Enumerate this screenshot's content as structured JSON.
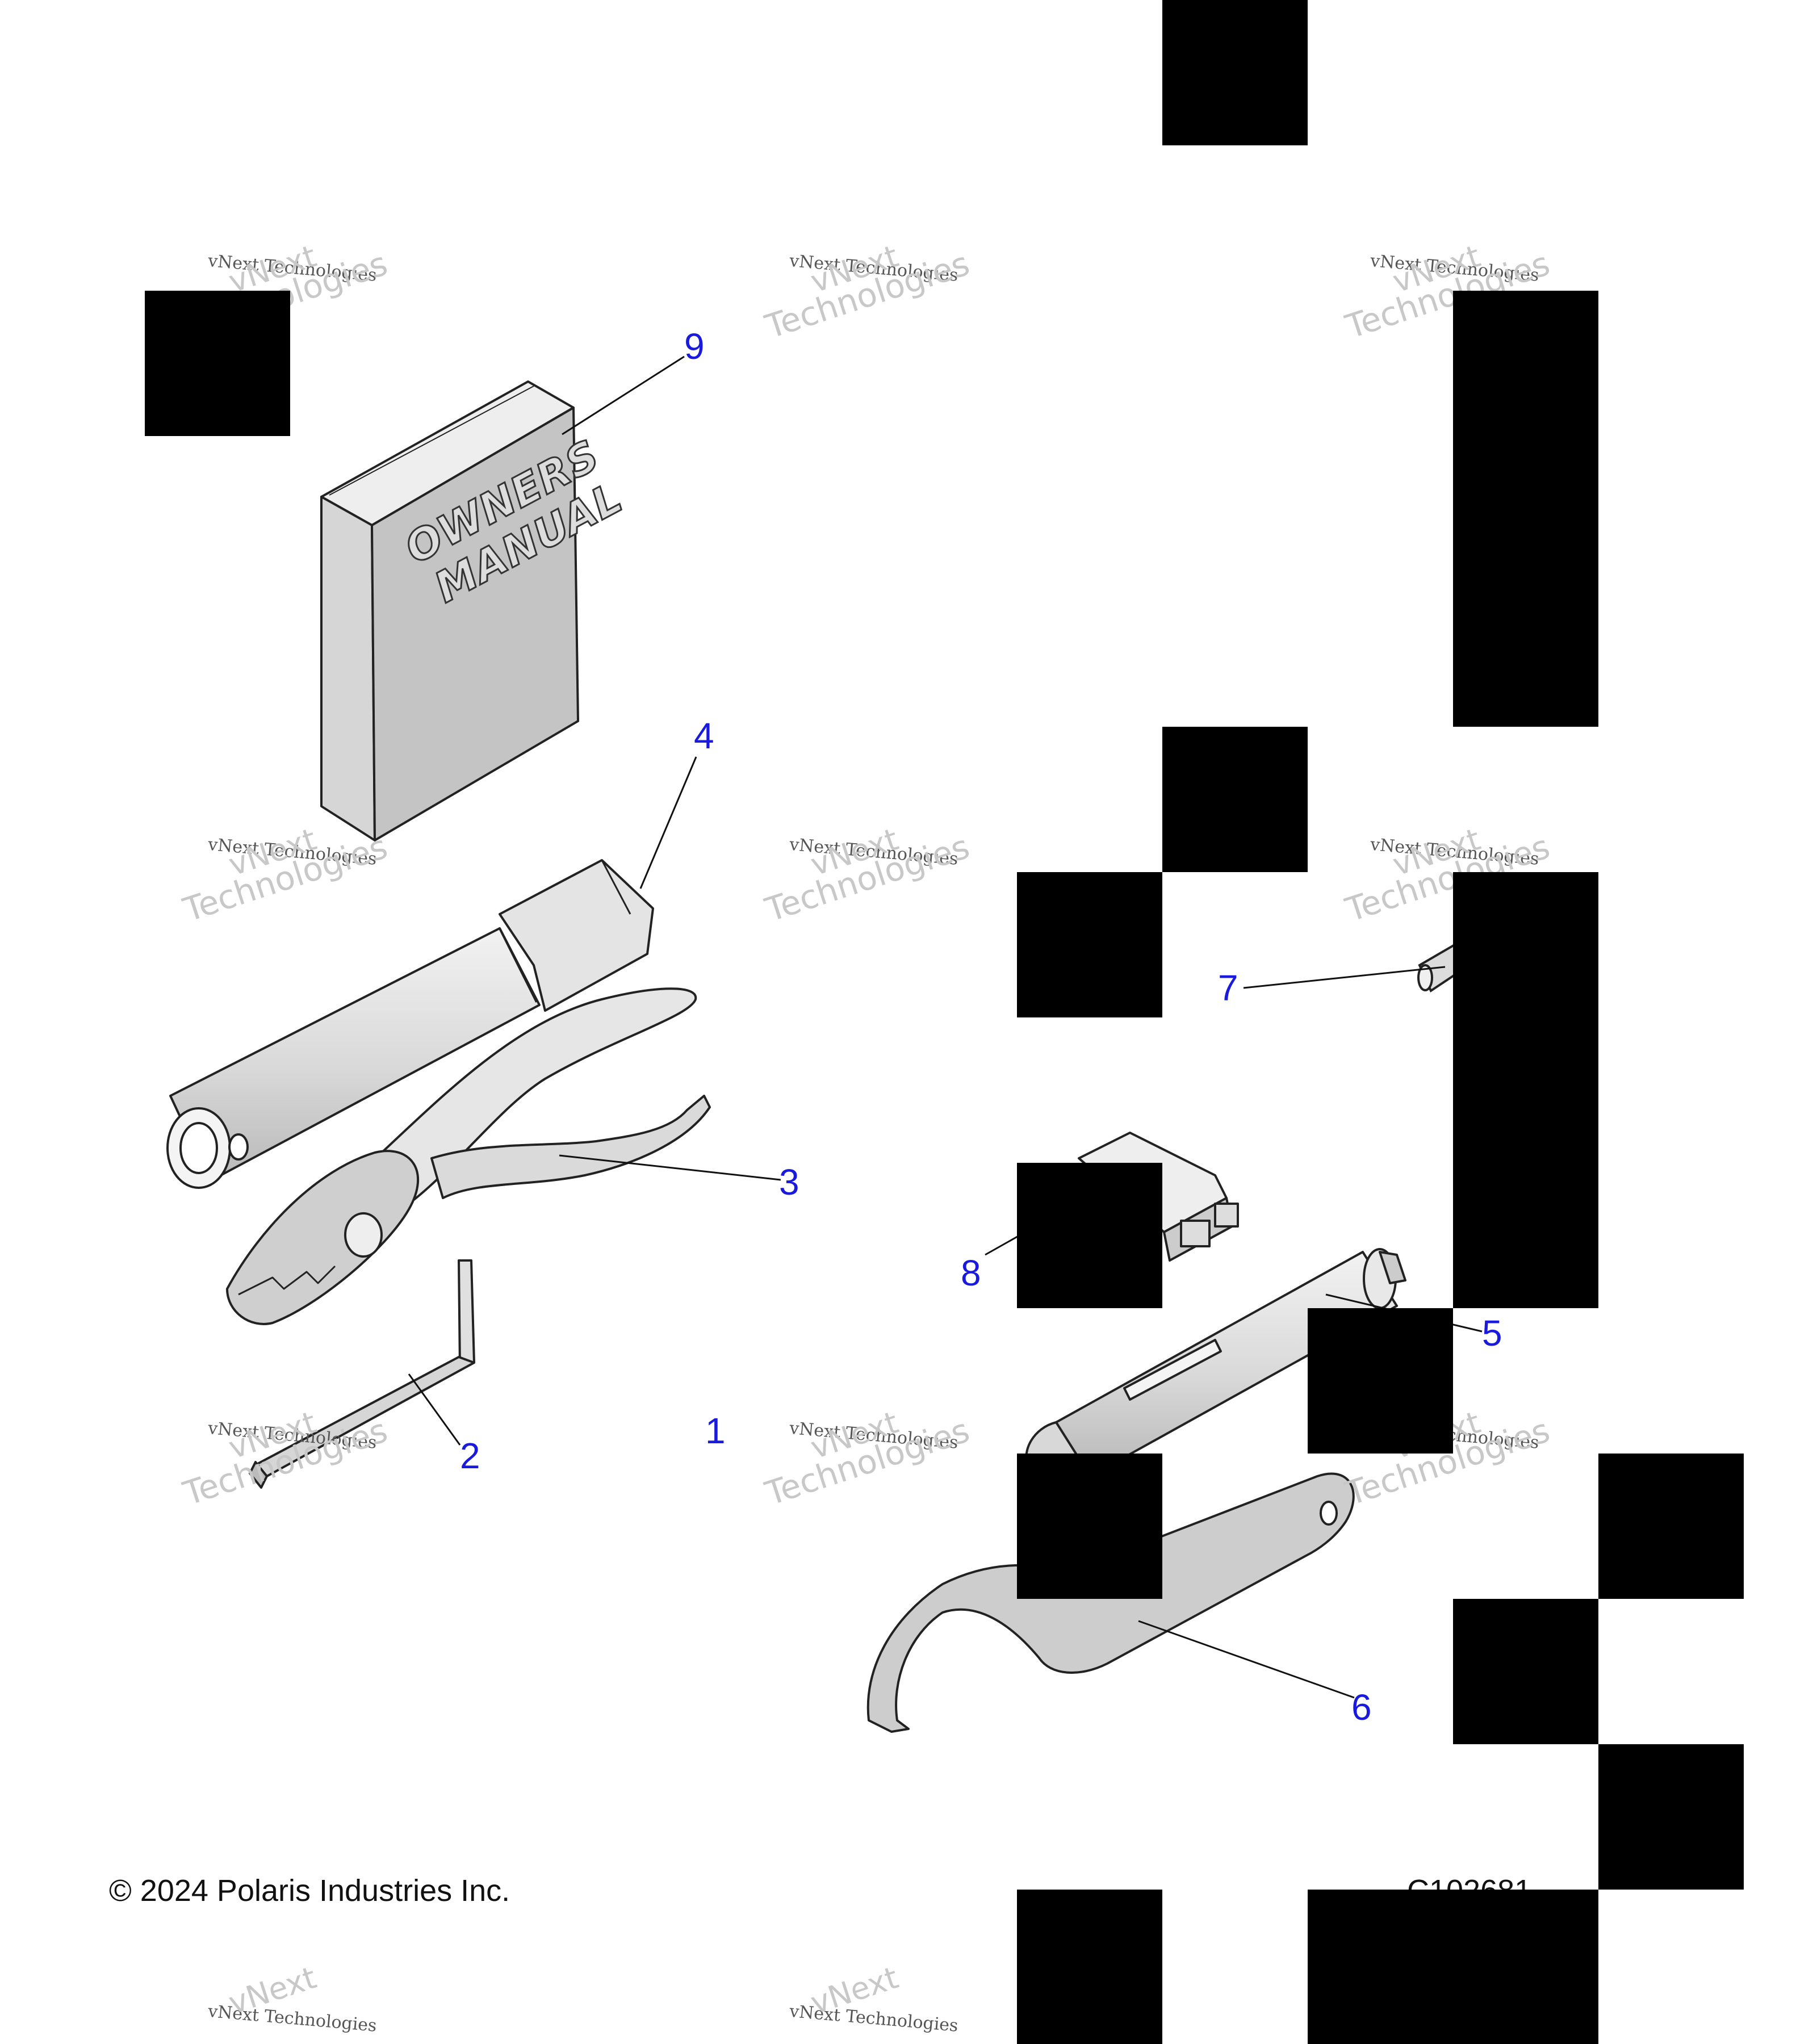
{
  "diagram": {
    "manual_cover_lines": [
      "OWNERS",
      "MANUAL"
    ],
    "callouts": [
      {
        "id": "9",
        "label": "9"
      },
      {
        "id": "4",
        "label": "4"
      },
      {
        "id": "3",
        "label": "3"
      },
      {
        "id": "2",
        "label": "2"
      },
      {
        "id": "1",
        "label": "1"
      },
      {
        "id": "7",
        "label": "7"
      },
      {
        "id": "8",
        "label": "8"
      },
      {
        "id": "5",
        "label": "5"
      },
      {
        "id": "6",
        "label": "6"
      }
    ],
    "watermark": {
      "line1": "vNext Technologies",
      "line2": "vNext",
      "line3": "Technologies"
    },
    "copyright": "© 2024 Polaris Industries Inc.",
    "figure_id": "C102681"
  },
  "colors": {
    "callout": "#1a1adc",
    "part_fill": "#cfcfcf",
    "outline": "#222222",
    "mask": "#000000"
  }
}
